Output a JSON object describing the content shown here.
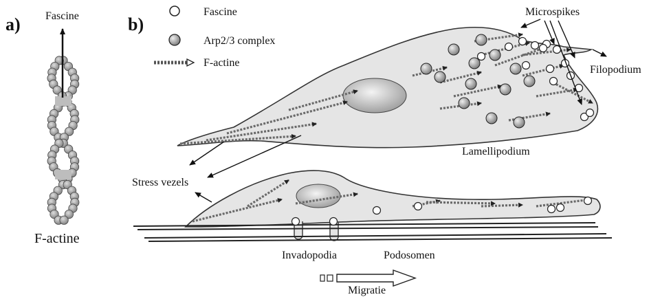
{
  "panel_a": {
    "label": "a)",
    "fascine_label": "Fascine",
    "factine_label": "F-actine"
  },
  "panel_b": {
    "label": "b)",
    "legend": {
      "fascine": "Fascine",
      "arp": "Arp2/3 complex",
      "factine": "F-actine"
    },
    "labels": {
      "microspikes": "Microspikes",
      "filopodium": "Filopodium",
      "lamellipodium": "Lamellipodium",
      "stress_vezels": "Stress vezels",
      "invadopodia": "Invadopodia",
      "podosomen": "Podosomen",
      "migratie": "Migratie"
    }
  }
}
